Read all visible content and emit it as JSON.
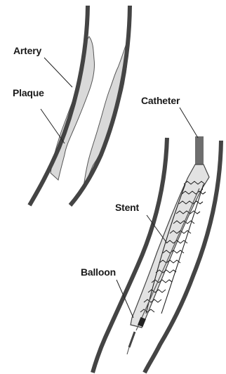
{
  "labels": {
    "artery": "Artery",
    "plaque": "Plaque",
    "catheter": "Catheter",
    "stent": "Stent",
    "balloon": "Balloon"
  },
  "colors": {
    "artery_wall": "#444444",
    "plaque": "#d9d9d9",
    "catheter": "#6e6e6e",
    "balloon": "#e2e2e2",
    "stent_wire": "#222222",
    "leader_line": "#222222",
    "label_text": "#1a1a1a"
  }
}
